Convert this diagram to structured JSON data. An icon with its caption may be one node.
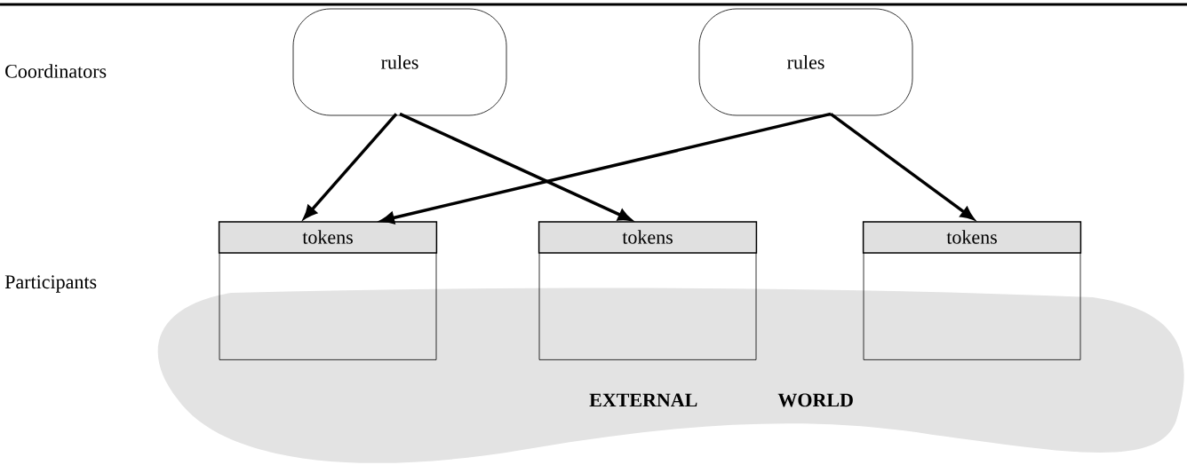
{
  "diagram": {
    "nodes": [
      {
        "text": [
          "rules"
        ]
      },
      {
        "text": [
          "rules"
        ]
      },
      {
        "text": [
          "tokens"
        ]
      },
      {
        "text": [
          "tokens"
        ]
      },
      {
        "text": [
          "tokens"
        ]
      },
      {
        "text": [
          "EXTERNAL WORLD"
        ]
      }
    ],
    "edges": [
      {
        "from": 0,
        "to": 2,
        "arrow": "to"
      },
      {
        "from": 0,
        "to": 3,
        "arrow": "to"
      },
      {
        "from": 1,
        "to": 2,
        "arrow": "to"
      },
      {
        "from": 1,
        "to": 4,
        "arrow": "to"
      }
    ],
    "labels": [
      "Coordinators",
      "Participants"
    ]
  }
}
